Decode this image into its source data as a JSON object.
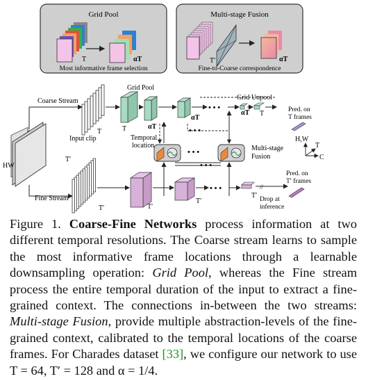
{
  "figure": {
    "top_left_box": {
      "title": "Grid Pool",
      "caption": "Most informative frame selection",
      "label_T": "T",
      "label_aT": "αT"
    },
    "top_right_box": {
      "title": "Multi-stage Fusion",
      "caption": "Fine-to-Coarse correspondence",
      "label_Tp": "T′",
      "label_aT": "αT"
    },
    "labels": {
      "coarse_stream": "Coarse Stream",
      "fine_stream": "Fine Stream",
      "grid_pool": "Grid Pool",
      "grid_unpool": "Grid Unpool",
      "temporal_location": "Temporal location",
      "input_clip": "Input clip",
      "hw": "HW",
      "multi_stage_fusion": "Multi-stage Fusion",
      "pred_T": "Pred. on T frames",
      "pred_Tp": "Pred. on T′ frames",
      "drop_inference": "Drop at inference",
      "axis_hw": "H,W",
      "axis_t": "T",
      "axis_c": "C",
      "T": "T",
      "Tp": "T′",
      "aT": "αT",
      "dots": "• • •"
    }
  },
  "caption": {
    "prefix": "Figure 1. ",
    "title": "Coarse-Fine Networks",
    "text1": " process information at two different temporal resolutions. The Coarse stream learns to sample the most informative frame locations through a learnable downsampling operation: ",
    "grid_pool": "Grid Pool",
    "text2": ", whereas the Fine stream process the entire temporal duration of the input to extract a fine-grained context. The connections in-between the two streams: ",
    "multi_stage": "Multi-stage Fusion",
    "text3": ", provide multiple abstraction-levels of the fine-grained context, calibrated to the temporal locations of the coarse frames. For Charades dataset ",
    "citation": "[33]",
    "text4": ", we configure our network to use T = 64, T′ = 128 and α = 1/4."
  }
}
